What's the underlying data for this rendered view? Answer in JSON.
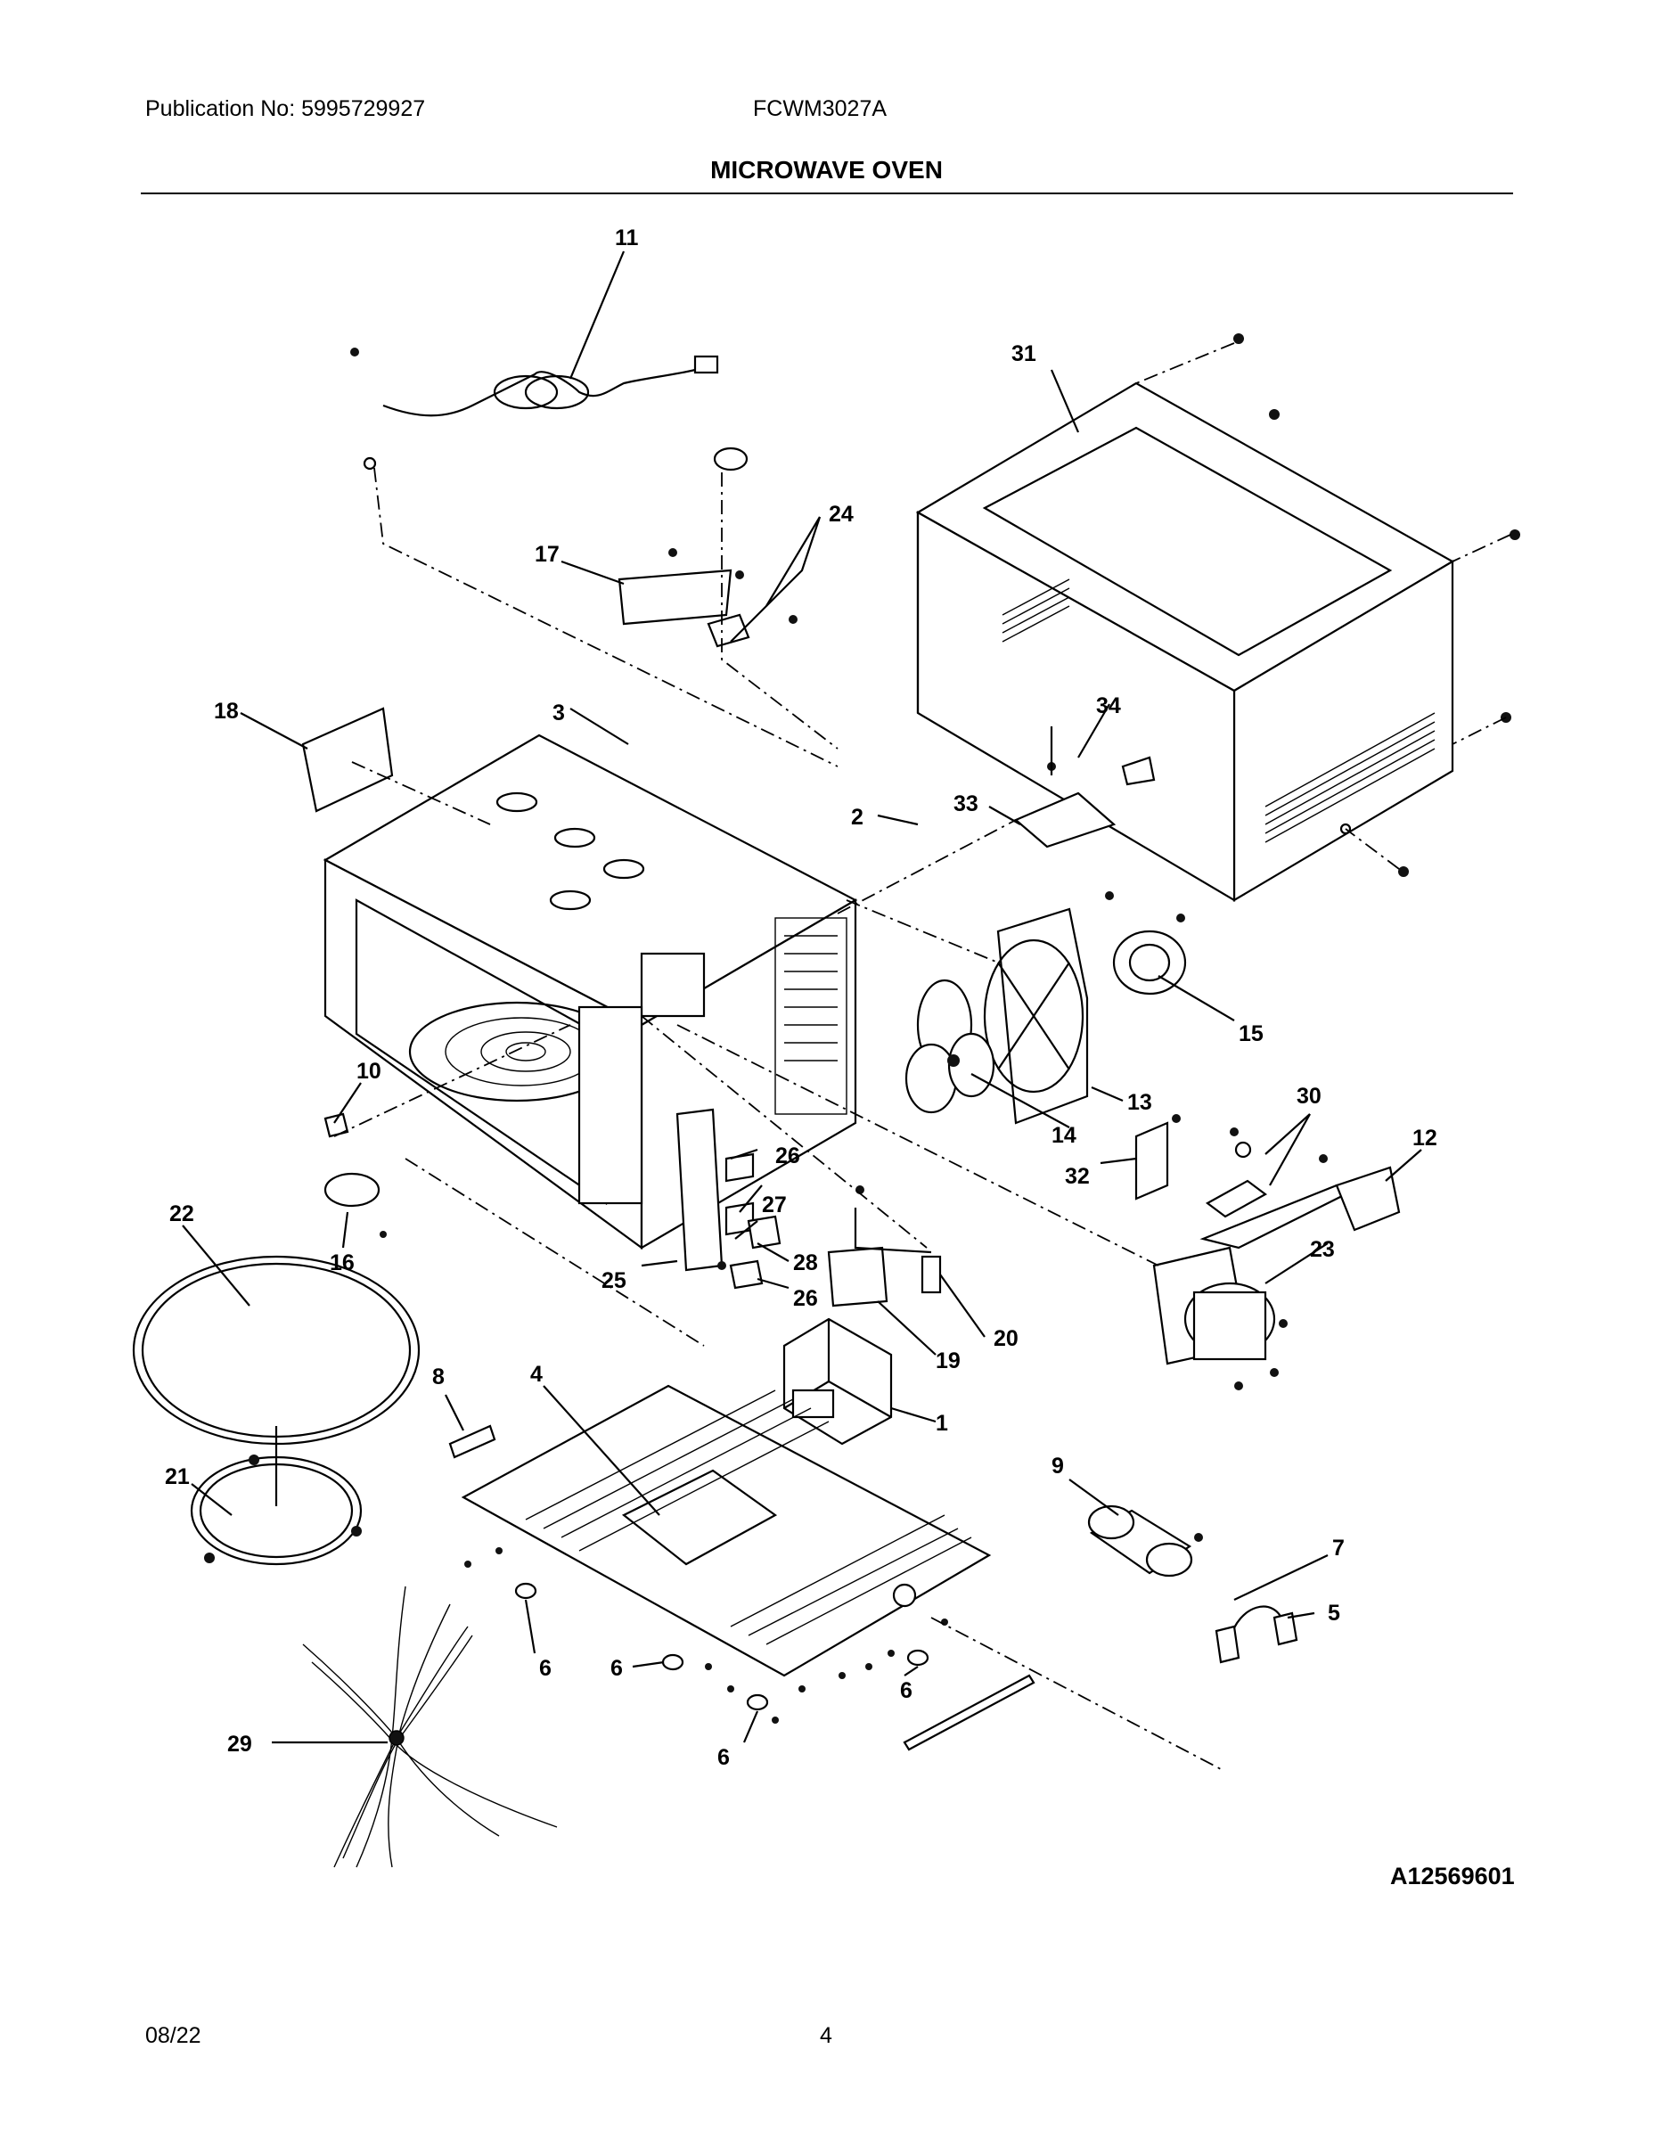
{
  "header": {
    "publication": "Publication No: 5995729927",
    "model": "FCWM3027A",
    "title": "MICROWAVE OVEN"
  },
  "diagram": {
    "callouts": [
      "1",
      "2",
      "3",
      "4",
      "5",
      "6",
      "6",
      "6",
      "6",
      "6",
      "7",
      "8",
      "9",
      "10",
      "11",
      "12",
      "13",
      "14",
      "15",
      "16",
      "17",
      "18",
      "19",
      "20",
      "21",
      "22",
      "23",
      "24",
      "25",
      "26",
      "26",
      "27",
      "28",
      "29",
      "30",
      "31",
      "32",
      "33",
      "34"
    ],
    "figure_id": "A12569601"
  },
  "footer": {
    "date": "08/22",
    "page": "4"
  }
}
